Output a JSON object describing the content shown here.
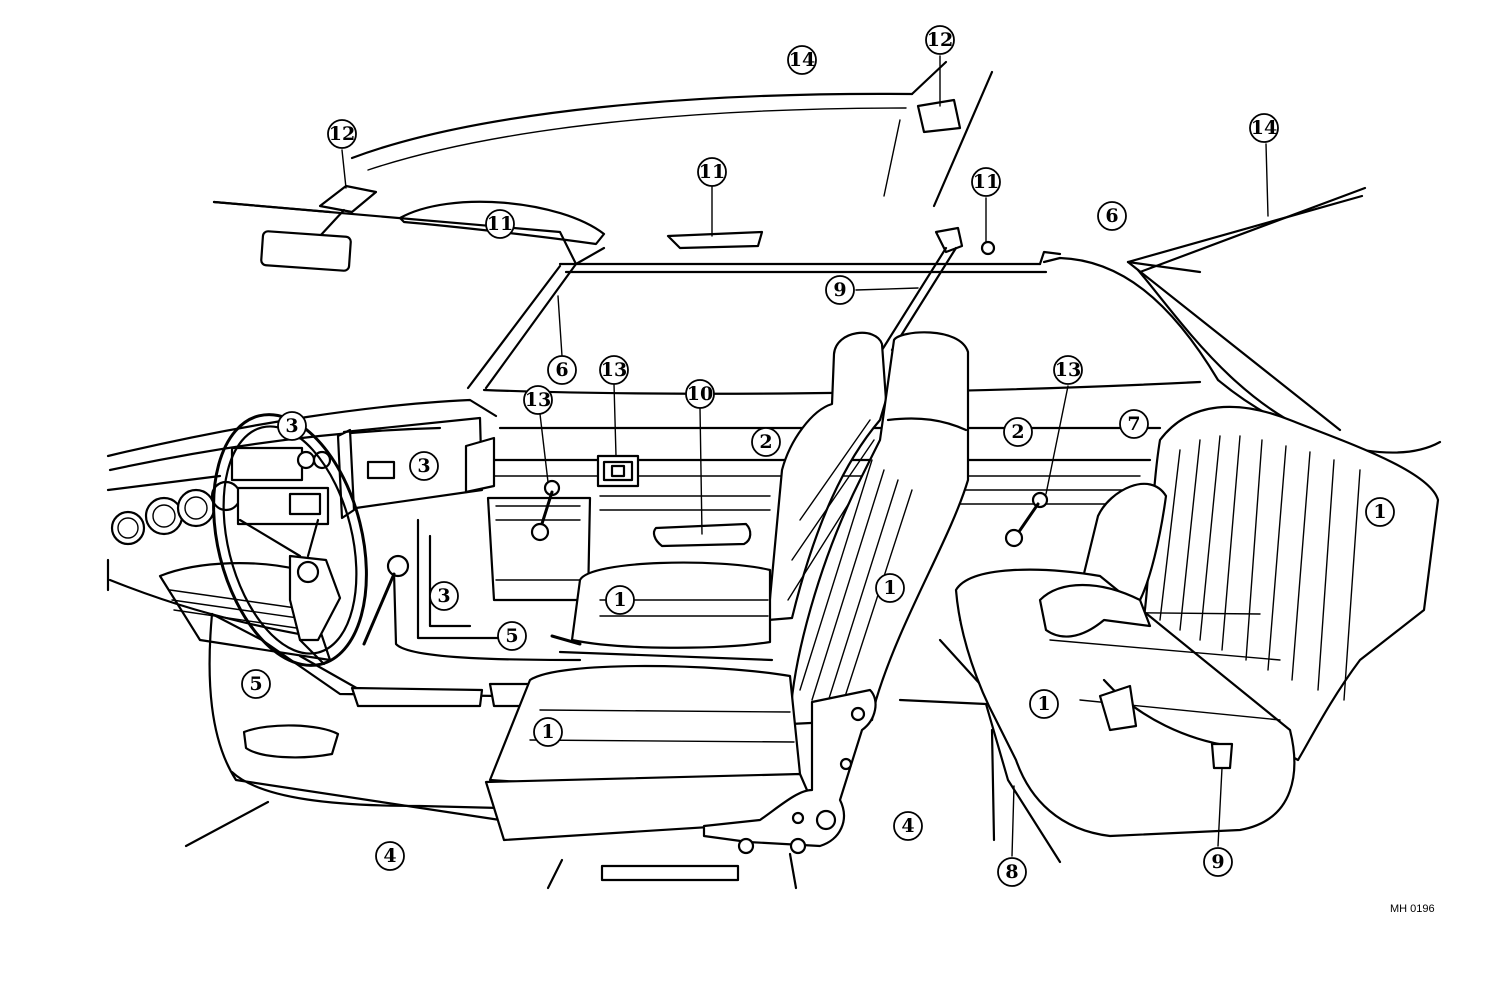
{
  "diagram": {
    "drawing_code": "MH 0196",
    "callouts": {
      "c1a": "1",
      "c1b": "1",
      "c1c": "1",
      "c1d": "1",
      "c1e": "1",
      "c2a": "2",
      "c2b": "2",
      "c3a": "3",
      "c3b": "3",
      "c3c": "3",
      "c4a": "4",
      "c4b": "4",
      "c5a": "5",
      "c5b": "5",
      "c6a": "6",
      "c6b": "6",
      "c7": "7",
      "c8": "8",
      "c9a": "9",
      "c9b": "9",
      "c10": "10",
      "c11a": "11",
      "c11b": "11",
      "c11c": "11",
      "c12a": "12",
      "c12b": "12",
      "c13a": "13",
      "c13b": "13",
      "c13c": "13",
      "c14a": "14",
      "c14b": "14"
    }
  }
}
